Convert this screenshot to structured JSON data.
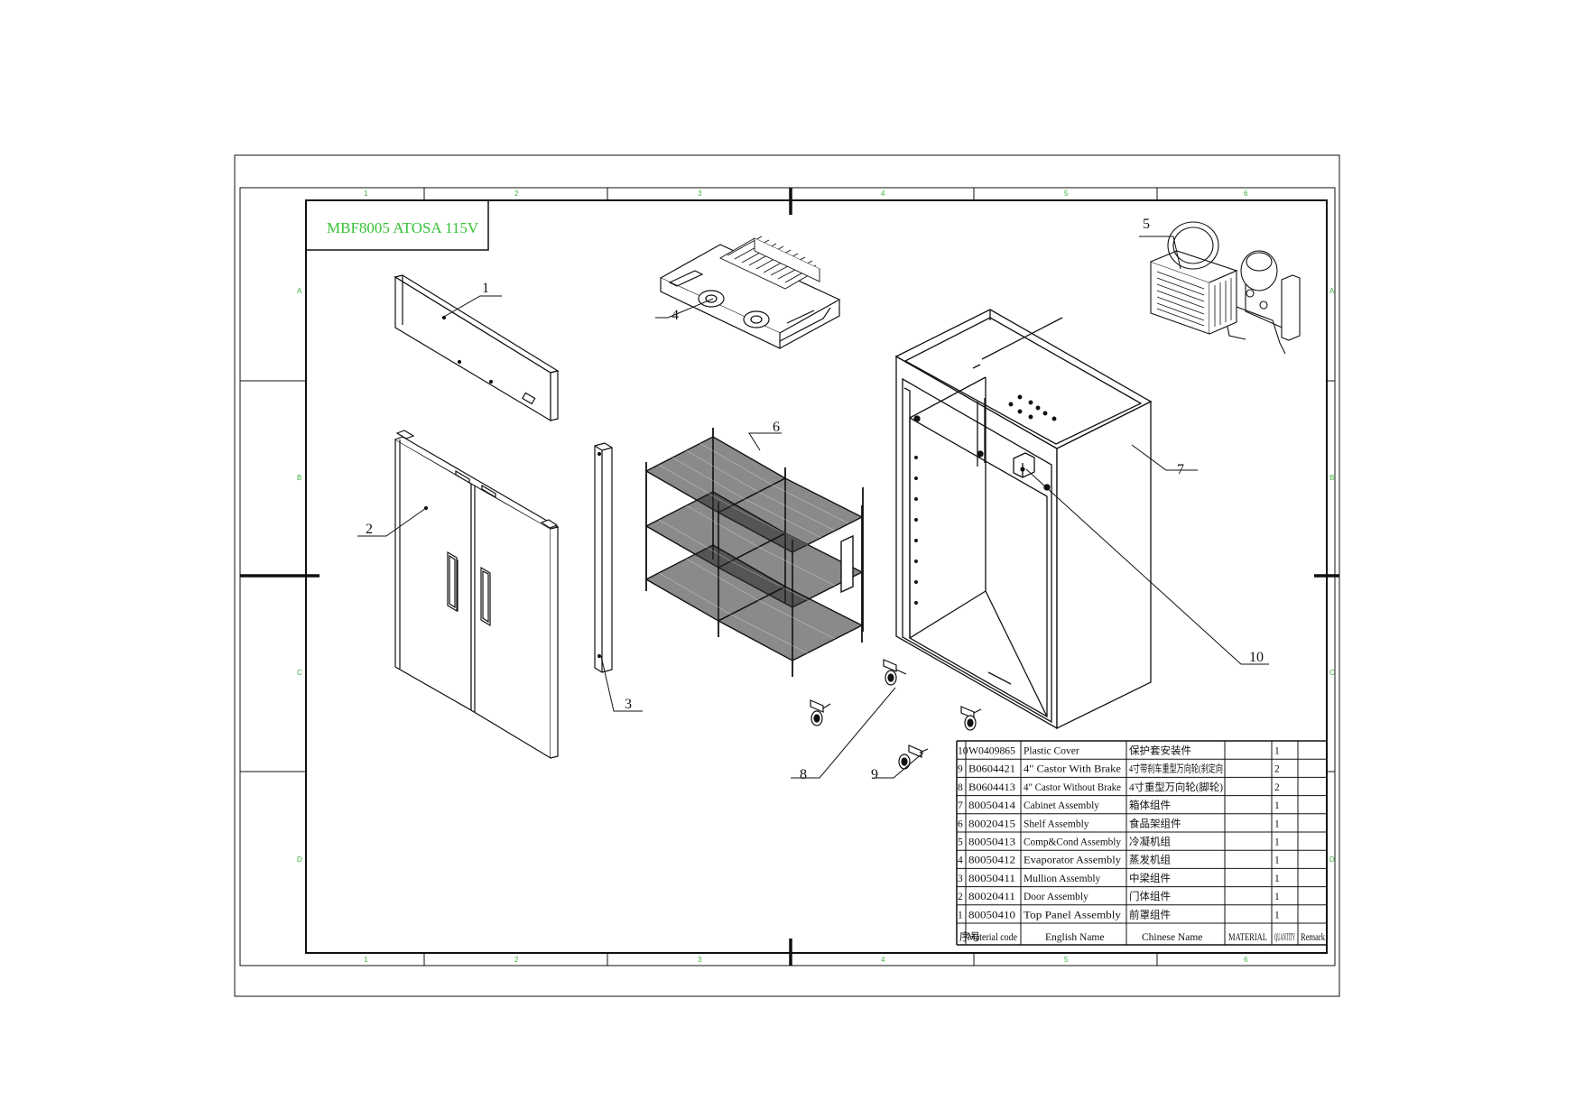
{
  "title": "MBF8005 ATOSA 115V",
  "zones": {
    "columns": [
      "1",
      "2",
      "3",
      "4",
      "5",
      "6"
    ],
    "rows": [
      "A",
      "B",
      "C",
      "D"
    ]
  },
  "callouts": [
    "1",
    "2",
    "3",
    "4",
    "5",
    "6",
    "7",
    "8",
    "9",
    "10"
  ],
  "bom": {
    "headers": {
      "no": "序号",
      "code": "Material code",
      "english": "English Name",
      "chinese": "Chinese Name",
      "material": "MATERIAL",
      "quantity": "QUANTITY",
      "remark": "Remark"
    },
    "rows": [
      {
        "no": "10",
        "code": "W0409865",
        "english": "Plastic Cover",
        "chinese": "保护套安装件",
        "material": "",
        "quantity": "1",
        "remark": ""
      },
      {
        "no": "9",
        "code": "B0604421",
        "english": "4\" Castor With Brake",
        "chinese": "4寸带刹车重型万向轮(刹定向",
        "material": "",
        "quantity": "2",
        "remark": ""
      },
      {
        "no": "8",
        "code": "B0604413",
        "english": "4\" Castor Without Brake",
        "chinese": "4寸重型万向轮(脚轮)",
        "material": "",
        "quantity": "2",
        "remark": ""
      },
      {
        "no": "7",
        "code": "80050414",
        "english": "Cabinet Assembly",
        "chinese": "箱体组件",
        "material": "",
        "quantity": "1",
        "remark": ""
      },
      {
        "no": "6",
        "code": "80020415",
        "english": "Shelf Assembly",
        "chinese": "食品架组件",
        "material": "",
        "quantity": "1",
        "remark": ""
      },
      {
        "no": "5",
        "code": "80050413",
        "english": "Comp&Cond Assembly",
        "chinese": "冷凝机组",
        "material": "",
        "quantity": "1",
        "remark": ""
      },
      {
        "no": "4",
        "code": "80050412",
        "english": "Evaporator Assembly",
        "chinese": "蒸发机组",
        "material": "",
        "quantity": "1",
        "remark": ""
      },
      {
        "no": "3",
        "code": "80050411",
        "english": "Mullion Assembly",
        "chinese": "中梁组件",
        "material": "",
        "quantity": "1",
        "remark": ""
      },
      {
        "no": "2",
        "code": "80020411",
        "english": "Door Assembly",
        "chinese": "门体组件",
        "material": "",
        "quantity": "1",
        "remark": ""
      },
      {
        "no": "1",
        "code": "80050410",
        "english": "Top Panel Assembly",
        "chinese": "前罩组件",
        "material": "",
        "quantity": "1",
        "remark": ""
      }
    ]
  },
  "colors": {
    "line": "#111111",
    "title_green": "#33c233",
    "zone_green": "#3cae3c",
    "paper": "#ffffff"
  }
}
